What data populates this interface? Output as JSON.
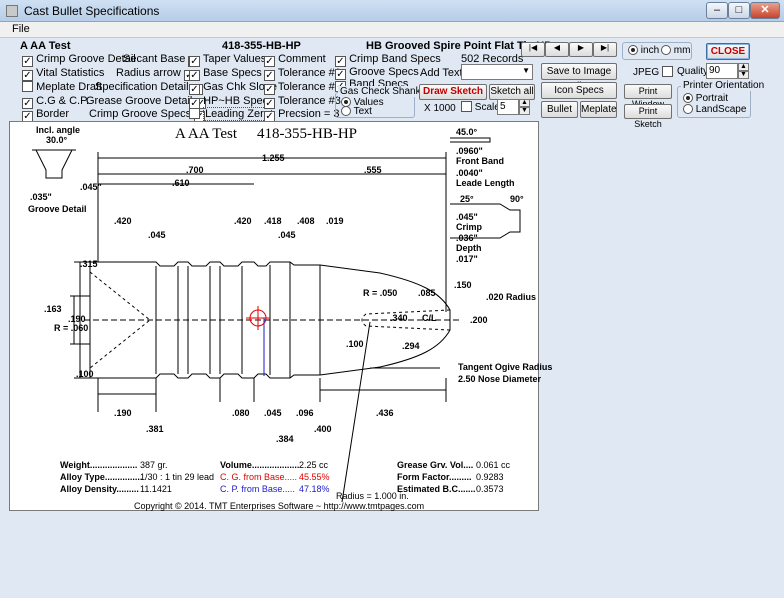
{
  "window": {
    "title": "Cast Bullet Specifications",
    "min": "–",
    "max": "□",
    "close": "✕"
  },
  "menu": {
    "file": "File"
  },
  "header": {
    "name": "A AA Test",
    "mold": "418-355-HB-HP",
    "description": "HB Grooved Spire Point Flat Tip HP"
  },
  "checks": [
    {
      "label": "Crimp Groove Detail",
      "checked": true
    },
    {
      "label": "Vital Statistics",
      "checked": true
    },
    {
      "label": "Meplate Draft",
      "checked": false
    },
    {
      "label": "C.G & C.P.",
      "checked": true
    },
    {
      "label": "Border",
      "checked": true
    },
    {
      "label": "Secant Base",
      "checked": true
    },
    {
      "label": "Radius arrow",
      "checked": true
    },
    {
      "label": "Specification Detail",
      "checked": true
    },
    {
      "label": "Grease Groove Detail",
      "checked": true
    },
    {
      "label": "Crimp Groove Specs",
      "checked": true
    },
    {
      "label": "Taper Values",
      "checked": true
    },
    {
      "label": "Base Specs",
      "checked": true
    },
    {
      "label": "Gas Chk Slope",
      "checked": true
    },
    {
      "label": "HP~HB Specs",
      "checked": true
    },
    {
      "label": "Leading Zero",
      "checked": false
    },
    {
      "label": "Comment",
      "checked": true
    },
    {
      "label": "Tolerance #1",
      "checked": true
    },
    {
      "label": "Tolerance #2",
      "checked": true
    },
    {
      "label": "Tolerance #3",
      "checked": true
    },
    {
      "label": "Precsion = 3",
      "checked": true
    },
    {
      "label": "Crimp Band Specs",
      "checked": true
    },
    {
      "label": "Groove Specs",
      "checked": true
    },
    {
      "label": "Band Specs",
      "checked": true
    }
  ],
  "gas_check": {
    "title": "Gas Check Shank",
    "values": "Values",
    "text": "Text"
  },
  "records": "502 Records",
  "add_text_label": "Add Text",
  "nav": {
    "first": "|◀",
    "prev": "◀",
    "next": "▶",
    "last": "▶|"
  },
  "buttons": {
    "draw_sketch": "Draw  Sketch",
    "sketch_all": "Sketch all",
    "save_image": "Save to Image File",
    "icon_specs": "Icon Specs",
    "bullet": "Bullet",
    "meplate": "Meplate",
    "print_window": "Print Window",
    "print_sketch": "Print Sketch",
    "close": "CLOSE"
  },
  "scale": {
    "x1000": "X 1000",
    "label": "Scale",
    "value": "5"
  },
  "units": {
    "inch": "inch",
    "mm": "mm"
  },
  "jpeg": {
    "label": "JPEG",
    "quality_label": "Quality",
    "quality": "90"
  },
  "printer": {
    "title": "Printer Orientation",
    "portrait": "Portrait",
    "landscape": "LandScape"
  },
  "sketch": {
    "title_name": "A AA Test",
    "title_mold": "418-355-HB-HP",
    "labels": {
      "incl_angle": "Incl. angle",
      "incl_value": "30.0°",
      "groove_detail": "Groove Detail",
      "d035": ".035\"",
      "d045a": ".045\"",
      "front_band_angle": "45.0°",
      "front_band_value": ".0960\"",
      "front_band": "Front Band",
      "leade_value": ".0040\"",
      "leade": "Leade Length",
      "crimp_a": "25°",
      "crimp_b": "90°",
      "crimp_val": ".045\"",
      "crimp": "Crimp",
      "depth_val": ".036\"",
      "depth": "Depth",
      "d017": ".017\"",
      "l1255": "1.255",
      "l700": ".700",
      "l610": ".610",
      "l555": ".555",
      "l045b": ".045",
      "l420a": ".420",
      "l045c": ".045",
      "l420b": ".420",
      "l418": ".418",
      "l045d": ".045",
      "l408": ".408",
      "l019": ".019",
      "l315": ".315",
      "l163": ".163",
      "l190a": ".190",
      "r060": "R = .060",
      "l100a": ".100",
      "r050": "R = .050",
      "l085": ".085",
      "l150": ".150",
      "r020": ".020 Radius",
      "l340": ".340",
      "cl": "C/L",
      "l200": ".200",
      "l100b": ".100",
      "l294": ".294",
      "tangent": "Tangent Ogive Radius",
      "nose": "2.50  Nose Diameter",
      "l190b": ".190",
      "l381": ".381",
      "l080": ".080",
      "l045e": ".045",
      "l096": ".096",
      "l436": ".436",
      "l384": ".384",
      "l400": ".400"
    },
    "stats": {
      "weight_label": "Weight...................",
      "weight": "387 gr.",
      "alloy_label": "Alloy Type...............",
      "alloy": "1/30 : 1 tin 29 lead",
      "density_label": "Alloy Density.........",
      "density": "11.1421",
      "volume_label": "Volume...................",
      "volume": "2.25 cc",
      "cg_label": "C. G. from Base.....",
      "cg": "45.55%",
      "cp_label": "C. P. from Base.....",
      "cp": "47.18%",
      "grease_label": "Grease Grv. Vol....",
      "grease": "0.061 cc",
      "form_label": "Form Factor.........",
      "form": "0.9283",
      "bc_label": "Estimated B.C.......",
      "bc": "0.3573",
      "radius": "Radius = 1.000 in."
    },
    "copyright": "Copyright © 2014. TMT Enterprises Software ~ http://www.tmtpages.com"
  },
  "colors": {
    "cg_red": "#e00000",
    "cp_blue": "#1a1acc",
    "close_red": "#c00000"
  }
}
